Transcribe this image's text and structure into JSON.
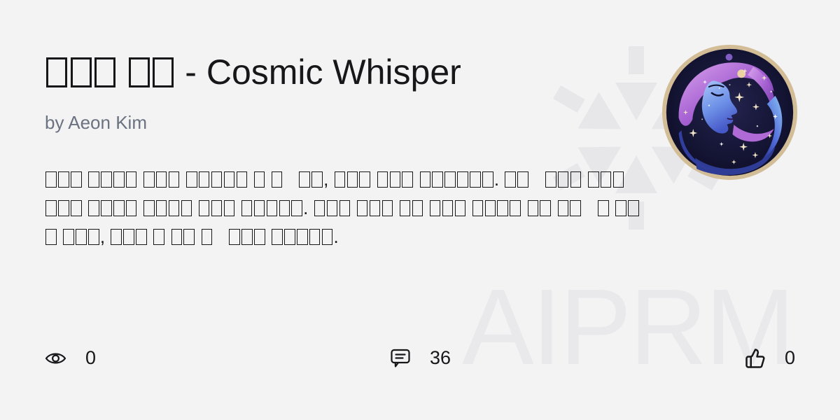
{
  "card": {
    "title": "▯▯▯ ▯▯ - Cosmic Whisper",
    "byline": "by Aeon Kim",
    "description": "▯▯▯ ▯▯▯▯ ▯▯▯ ▯▯▯▯▯ ▯ ▯   ▯▯, ▯▯▯ ▯▯▯ ▯▯▯▯▯▯. ▯▯   ▯▯▯ ▯▯▯   ▯▯▯ ▯▯▯▯ ▯▯▯▯ ▯▯▯ ▯▯▯▯▯. ▯▯▯ ▯▯▯ ▯▯ ▯▯▯ ▯▯▯▯ ▯▯ ▯▯   ▯ ▯▯▯ ▯▯▯, ▯▯▯ ▯ ▯▯ ▯   ▯▯▯ ▯▯▯▯▯.",
    "stats": {
      "views": {
        "icon": "eye-icon",
        "count": "0"
      },
      "comments": {
        "icon": "comment-icon",
        "count": "36"
      },
      "likes": {
        "icon": "thumbs-up-icon",
        "count": "0"
      }
    },
    "logo": {
      "icon": "cosmic-whisper-logo"
    }
  },
  "watermark": {
    "text": "AIPRM",
    "logo_icon": "aiprm-hexagon-logo"
  },
  "colors": {
    "background": "#f3f3f4",
    "watermark": "#e9e9eb",
    "text": "#17171a",
    "muted": "#6b7280",
    "avatar_border": "#d3bd96",
    "avatar_space": "#10102c",
    "avatar_purple": "#a560d2",
    "avatar_blue": "#5b82e0",
    "avatar_star": "#f3e6c8"
  }
}
